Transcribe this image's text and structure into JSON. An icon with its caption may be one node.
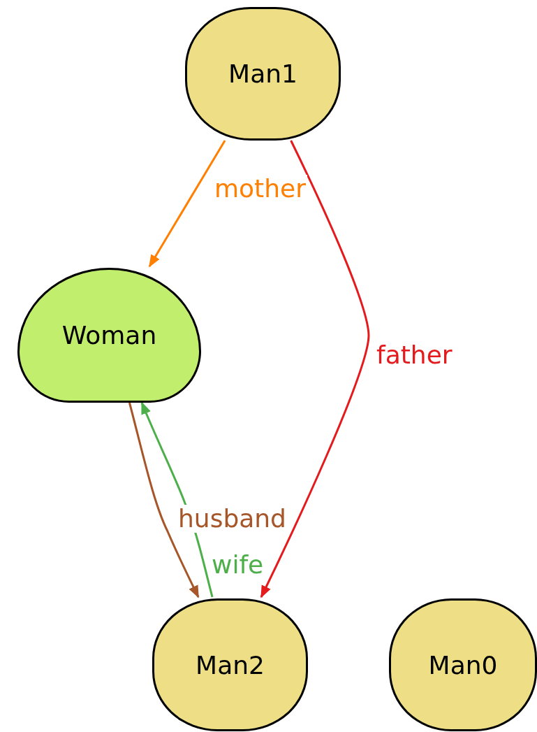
{
  "diagram": {
    "nodes": [
      {
        "text": [
          "Man1"
        ]
      },
      {
        "text": [
          "Woman"
        ]
      },
      {
        "text": [
          "Man2"
        ]
      },
      {
        "text": [
          "Man0"
        ]
      }
    ],
    "edges": [
      {
        "from": 0,
        "to": 1,
        "arrow": "to",
        "label": "mother",
        "color": "#ff7f00"
      },
      {
        "from": 0,
        "to": 2,
        "arrow": "to",
        "label": "father",
        "color": "#e41a1c"
      },
      {
        "from": 1,
        "to": 2,
        "arrow": "to",
        "label": "husband",
        "color": "#a65628"
      },
      {
        "from": 2,
        "to": 1,
        "arrow": "to",
        "label": "wife",
        "color": "#4daf4a"
      }
    ]
  }
}
